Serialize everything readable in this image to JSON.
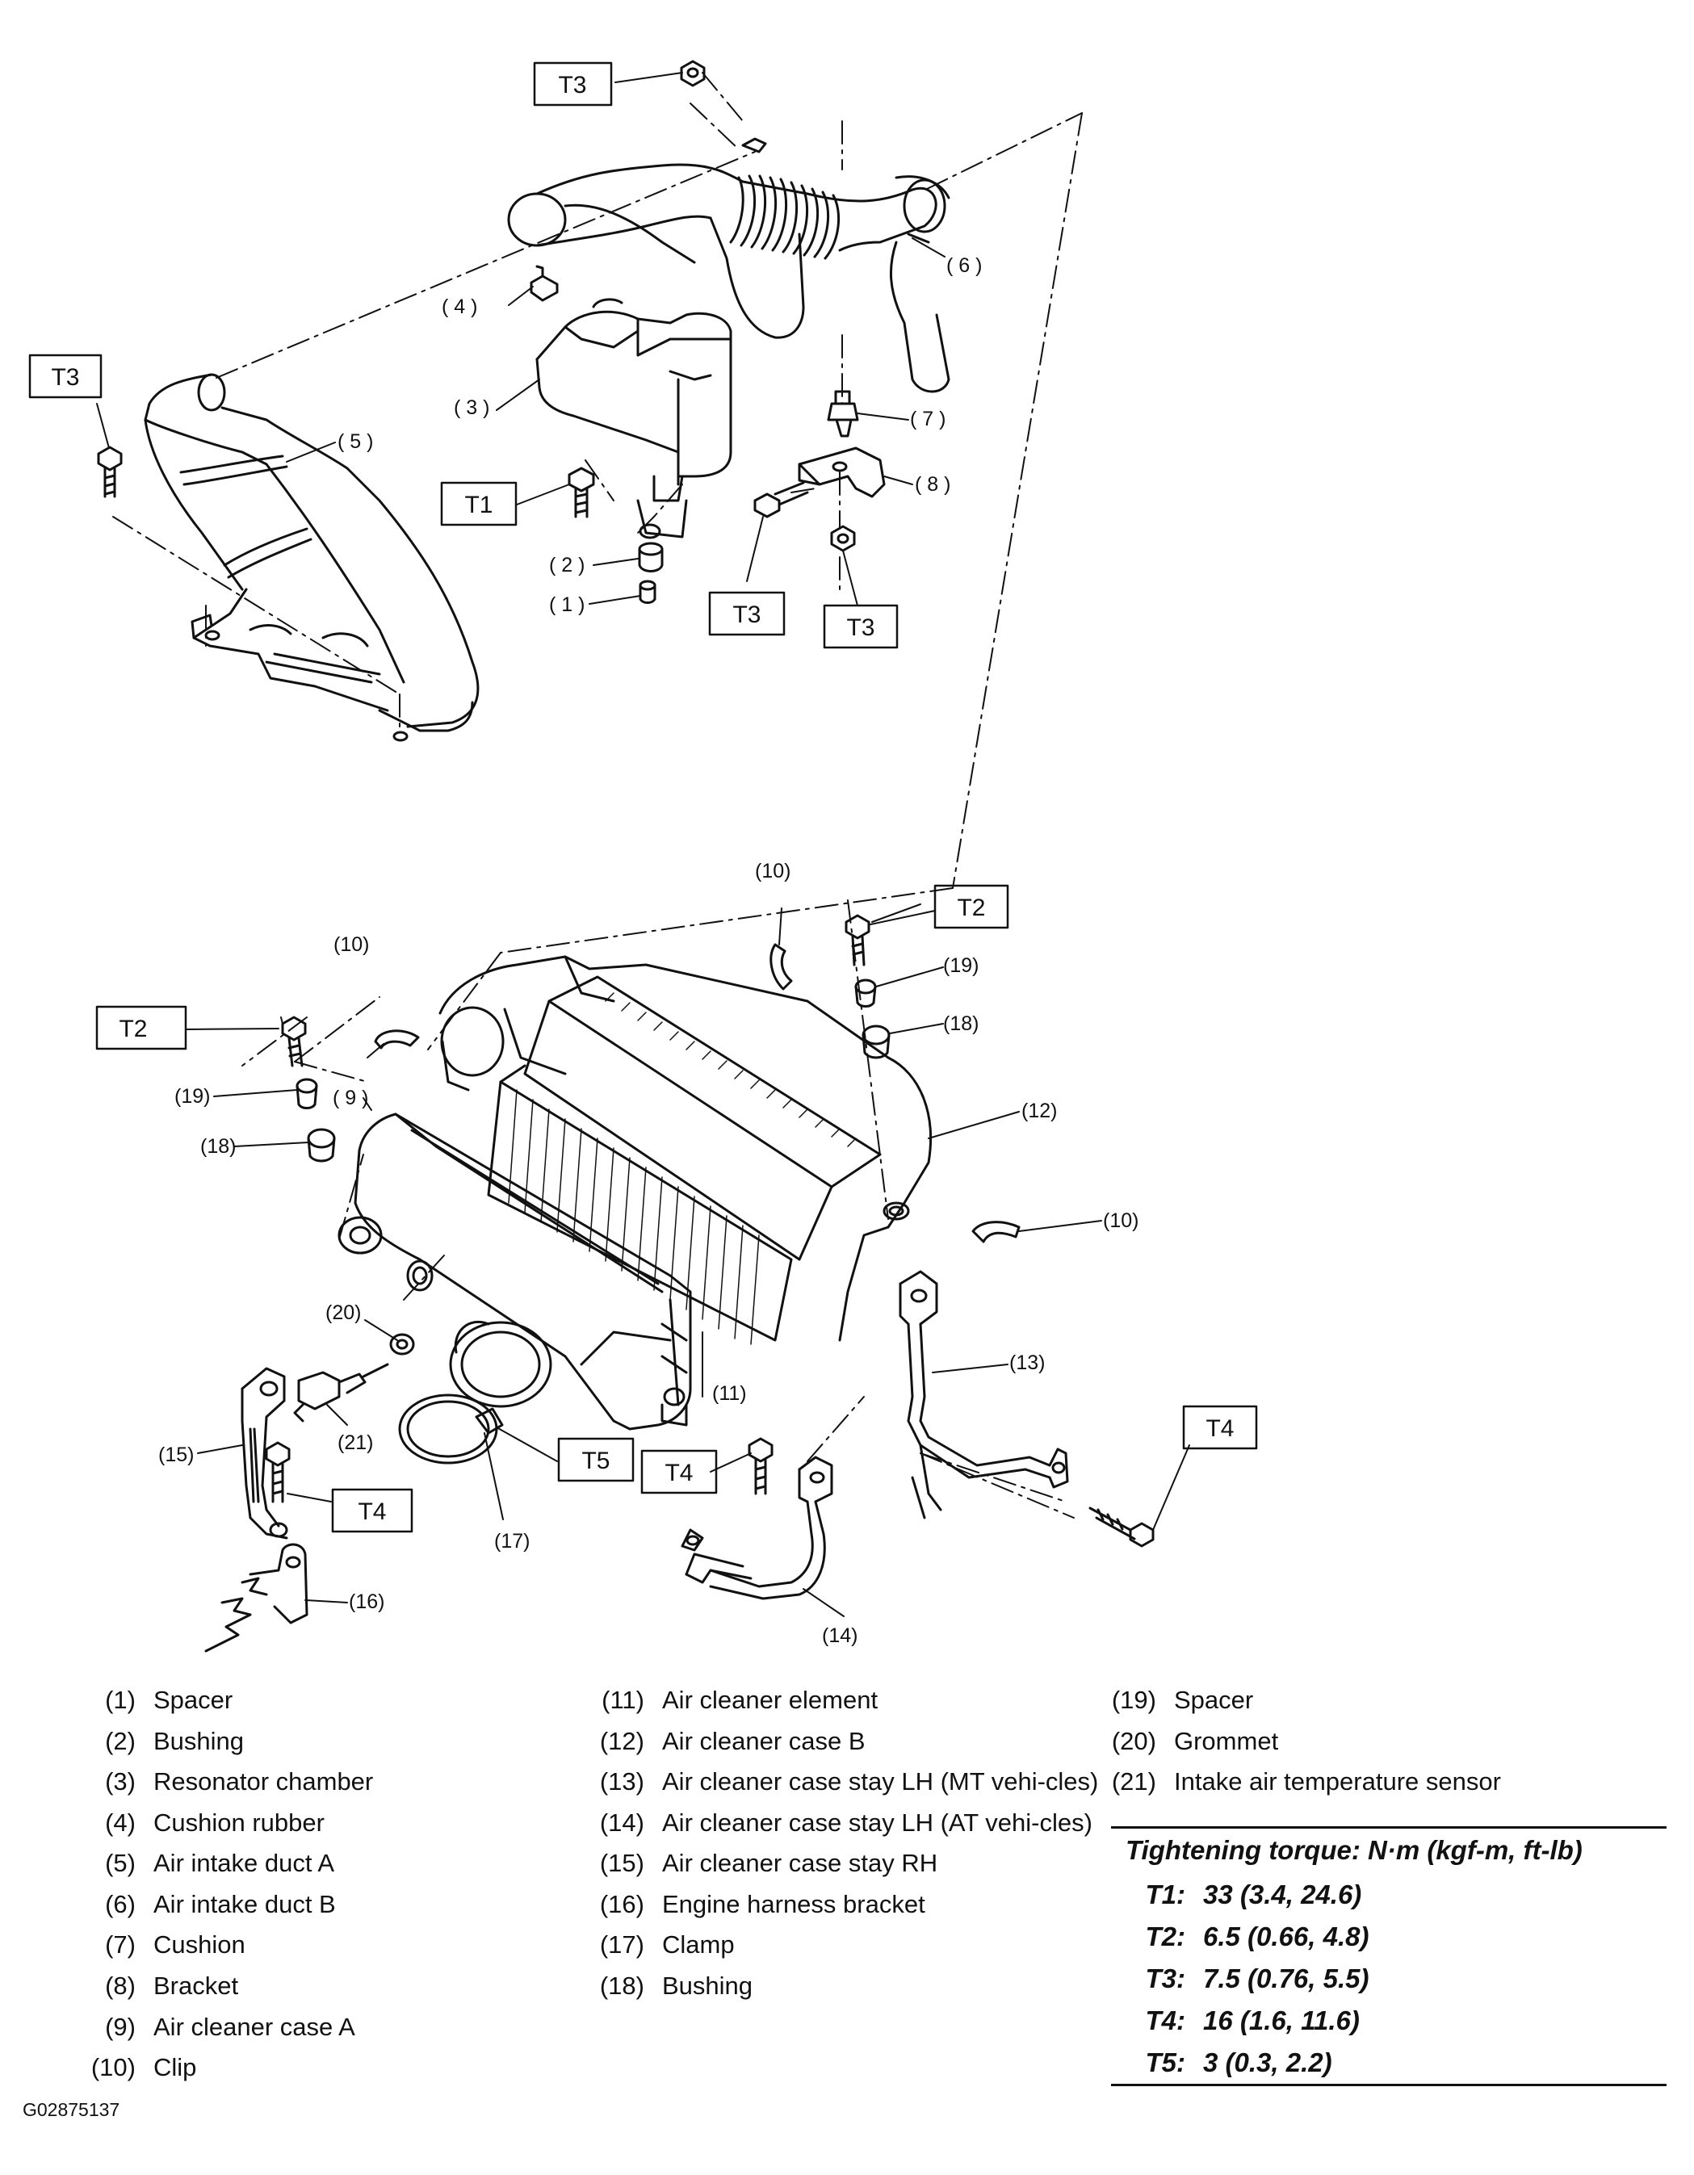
{
  "diagram": {
    "callouts": {
      "c1": "( 1 )",
      "c2": "( 2 )",
      "c3": "( 3 )",
      "c4": "( 4 )",
      "c5": "( 5 )",
      "c6": "( 6 )",
      "c7": "( 7 )",
      "c8": "( 8 )",
      "c9": "( 9 )",
      "c10a": "(10)",
      "c10b": "(10)",
      "c10c": "(10)",
      "c11": "(11)",
      "c12": "(12)",
      "c13": "(13)",
      "c14": "(14)",
      "c15": "(15)",
      "c16": "(16)",
      "c17": "(17)",
      "c18a": "(18)",
      "c18b": "(18)",
      "c19a": "(19)",
      "c19b": "(19)",
      "c20": "(20)",
      "c21": "(21)"
    },
    "torque_boxes": {
      "t3_top": "T3",
      "t3_left": "T3",
      "t1": "T1",
      "t3_bracket_a": "T3",
      "t3_bracket_b": "T3",
      "t2_right": "T2",
      "t2_left": "T2",
      "t5": "T5",
      "t4_left": "T4",
      "t4_mid": "T4",
      "t4_right": "T4"
    }
  },
  "legend": {
    "col1": [
      {
        "num": "(1)",
        "label": "Spacer"
      },
      {
        "num": "(2)",
        "label": "Bushing"
      },
      {
        "num": "(3)",
        "label": "Resonator chamber"
      },
      {
        "num": "(4)",
        "label": "Cushion rubber"
      },
      {
        "num": "(5)",
        "label": "Air intake duct A"
      },
      {
        "num": "(6)",
        "label": "Air intake duct B"
      },
      {
        "num": "(7)",
        "label": "Cushion"
      },
      {
        "num": "(8)",
        "label": "Bracket"
      },
      {
        "num": "(9)",
        "label": "Air cleaner case A"
      },
      {
        "num": "(10)",
        "label": "Clip"
      }
    ],
    "col2": [
      {
        "num": "(11)",
        "label": "Air cleaner element"
      },
      {
        "num": "(12)",
        "label": "Air cleaner case B"
      },
      {
        "num": "(13)",
        "label": "Air cleaner case stay LH (MT vehi-cles)"
      },
      {
        "num": "(14)",
        "label": "Air cleaner case stay LH (AT vehi-cles)"
      },
      {
        "num": "(15)",
        "label": "Air cleaner case stay RH"
      },
      {
        "num": "(16)",
        "label": "Engine harness bracket"
      },
      {
        "num": "(17)",
        "label": "Clamp"
      },
      {
        "num": "(18)",
        "label": "Bushing"
      }
    ],
    "col3": [
      {
        "num": "(19)",
        "label": "Spacer"
      },
      {
        "num": "(20)",
        "label": "Grommet"
      },
      {
        "num": "(21)",
        "label": "Intake air temperature sensor"
      }
    ]
  },
  "torque_table": {
    "title": "Tightening torque: N·m (kgf-m, ft-lb)",
    "rows": [
      {
        "key": "T1:",
        "value": "33 (3.4, 24.6)"
      },
      {
        "key": "T2:",
        "value": "6.5 (0.66, 4.8)"
      },
      {
        "key": "T3:",
        "value": "7.5 (0.76, 5.5)"
      },
      {
        "key": "T4:",
        "value": "16 (1.6, 11.6)"
      },
      {
        "key": "T5:",
        "value": "3 (0.3, 2.2)"
      }
    ]
  },
  "figure_id": "G02875137"
}
